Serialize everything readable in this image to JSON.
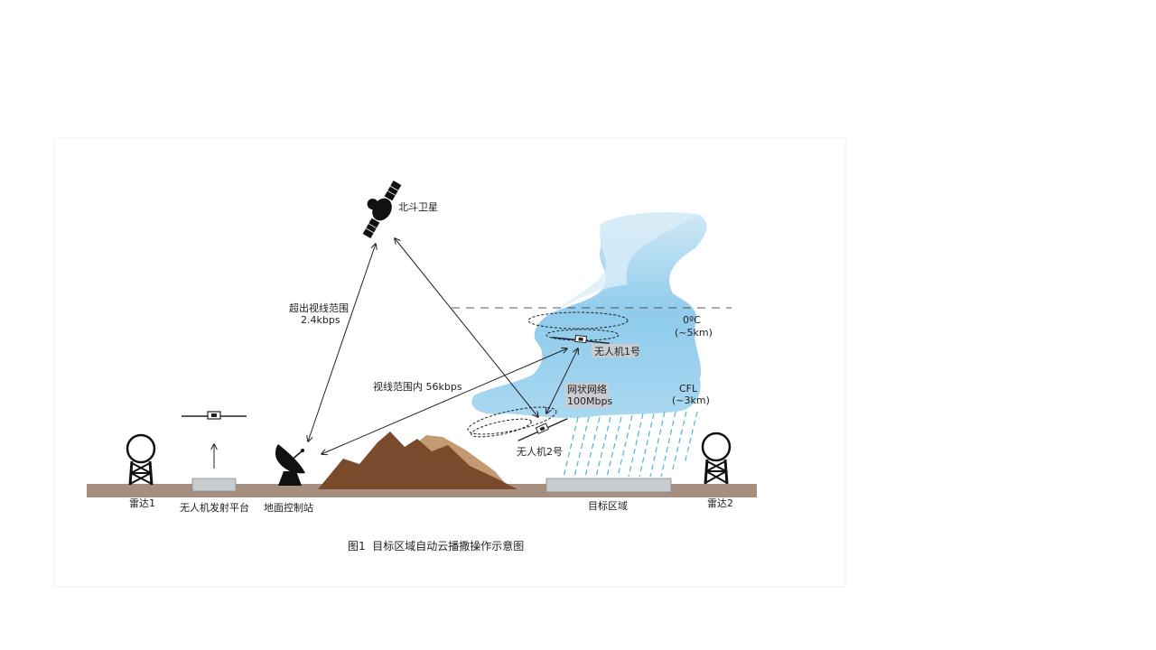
{
  "labels": {
    "satellite": "北斗卫星",
    "beyond_los_line1": "超出视线范围",
    "beyond_los_line2": "2.4kbps",
    "los": "视线范围内 56kbps",
    "mesh_line1": "网状网络",
    "mesh_line2": "100Mbps",
    "uav1": "无人机1号",
    "uav2": "无人机2号",
    "zero_c_line1": "0ºC",
    "zero_c_line2": "(~5km)",
    "cfl_line1": "CFL",
    "cfl_line2": "(~3km)",
    "radar1": "雷达1",
    "radar2": "雷达2",
    "launch_platform": "无人机发射平台",
    "ground_station": "地面控制站",
    "target_area": "目标区域"
  },
  "caption": "图1  目标区域自动云播撒操作示意图",
  "colors": {
    "cloud": "#9fd3ee",
    "cloud_light": "#d9eef8",
    "ground": "#a78f80",
    "mountain_dark": "#7a4a2c",
    "mountain_light": "#c49a72",
    "rain": "#4bb5d6",
    "line": "#222222"
  },
  "icons": [
    "satellite-icon",
    "radar-tower-icon",
    "dish-antenna-icon",
    "uav-icon"
  ]
}
